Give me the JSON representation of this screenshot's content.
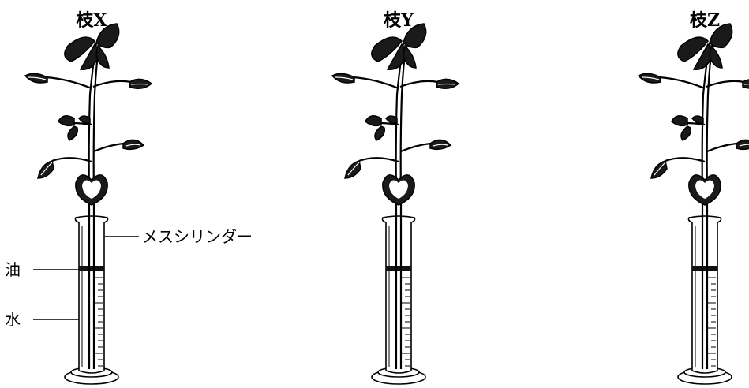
{
  "branches": [
    {
      "id": "X",
      "title": "枝X"
    },
    {
      "id": "Y",
      "title": "枝Y"
    },
    {
      "id": "Z",
      "title": "枝Z"
    }
  ],
  "labels": {
    "cylinder": "メスシリンダー",
    "oil": "油",
    "water": "水"
  }
}
